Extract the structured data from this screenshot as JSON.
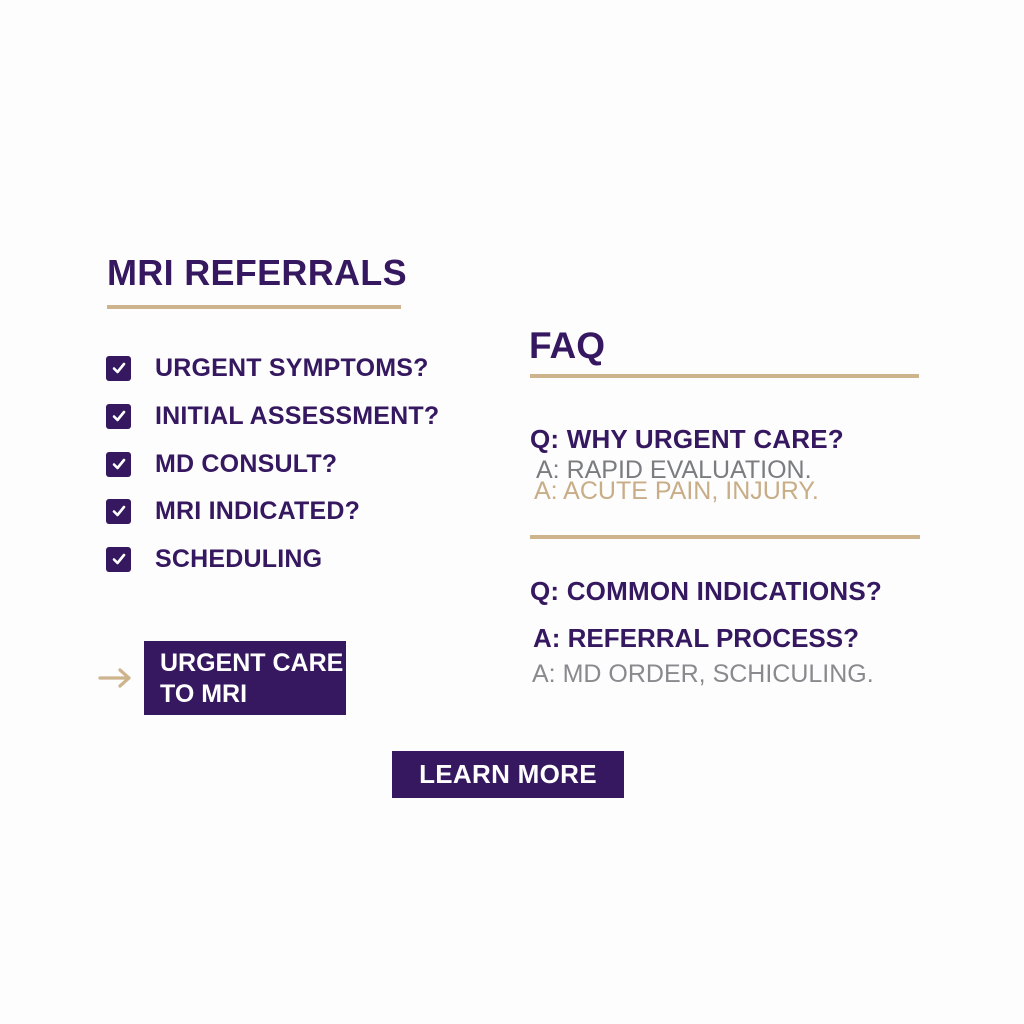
{
  "referrals": {
    "title": "MRI REFERRALS",
    "checklist": [
      {
        "label": "URGENT SYMPTOMS?",
        "checked": true
      },
      {
        "label": "INITIAL ASSESSMENT?",
        "checked": true
      },
      {
        "label": "MD CONSULT?",
        "checked": true
      },
      {
        "label": "MRI INDICATED?",
        "checked": true
      },
      {
        "label": "SCHEDULING",
        "checked": true
      }
    ],
    "cta": {
      "line1": "URGENT CARE",
      "line2": "TO MRI",
      "icon": "arrow-right-icon"
    }
  },
  "faq": {
    "title": "FAQ",
    "items": [
      {
        "question": "Q: WHY URGENT CARE?",
        "answers": [
          "A: RAPID EVALUATION.",
          "A: ACUTE PAIN,   INJURY."
        ]
      },
      {
        "question": "Q: COMMON INDICATIONS?",
        "answers": [
          "A: REFERRAL PROCESS?",
          "A: MD ORDER, SCHICULING."
        ]
      }
    ]
  },
  "learn_more": {
    "label": "LEARN MORE"
  },
  "colors": {
    "primary": "#35185f",
    "accent": "#cdb48d",
    "muted": "#7b7c80"
  }
}
